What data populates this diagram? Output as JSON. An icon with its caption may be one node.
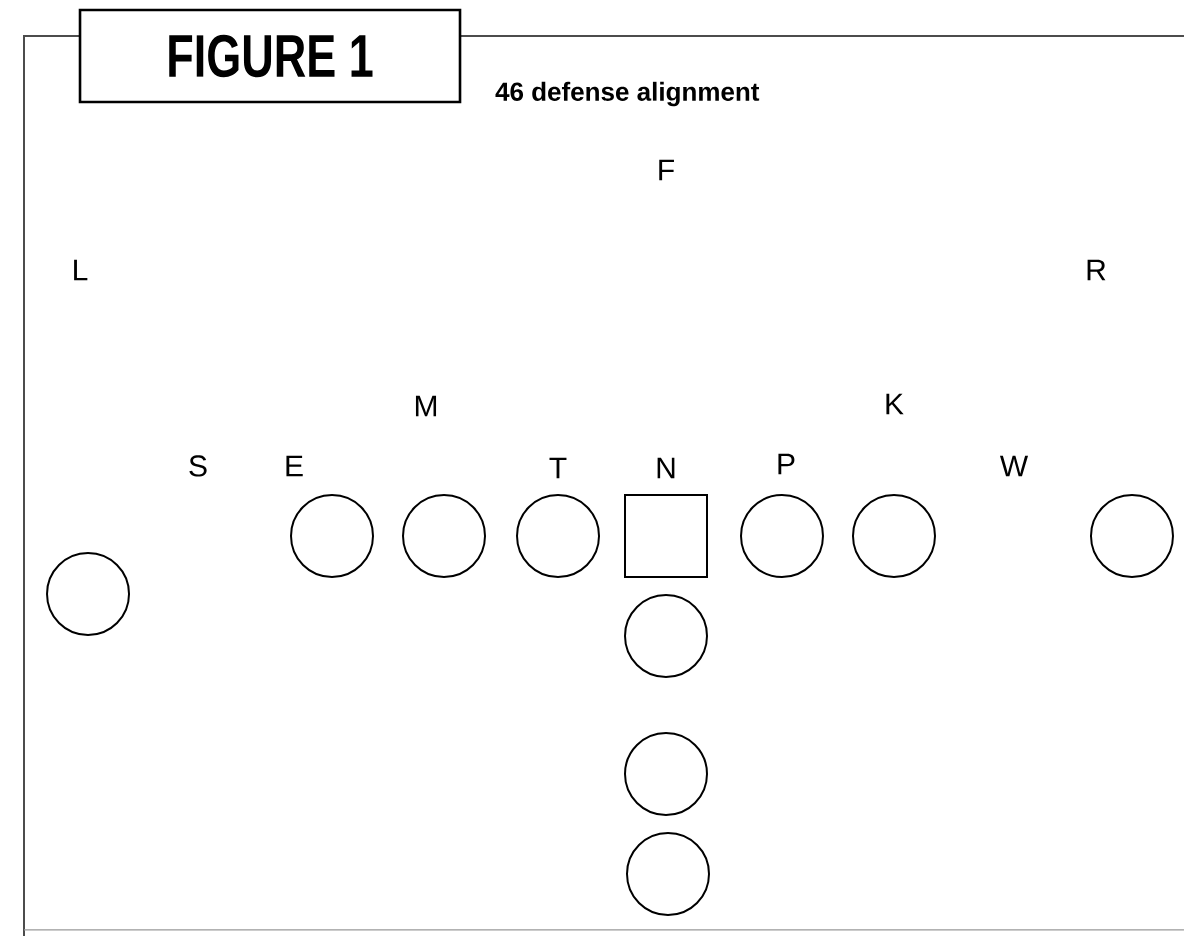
{
  "diagram": {
    "title": "46 defense alignment",
    "nodes": [
      {
        "text": [
          "FIGURE 1"
        ]
      },
      {
        "text": [],
        "shape": "circle"
      },
      {
        "text": [],
        "shape": "circle"
      },
      {
        "text": [],
        "shape": "circle"
      },
      {
        "text": [],
        "shape": "box"
      },
      {
        "text": [],
        "shape": "circle"
      },
      {
        "text": [],
        "shape": "circle"
      },
      {
        "text": [],
        "shape": "circle"
      },
      {
        "text": [],
        "shape": "circle"
      },
      {
        "text": [],
        "shape": "circle"
      },
      {
        "text": [],
        "shape": "circle"
      },
      {
        "text": [],
        "shape": "circle"
      }
    ],
    "labels": [
      "F",
      "L",
      "R",
      "M",
      "K",
      "S",
      "E",
      "T",
      "N",
      "P",
      "W"
    ]
  }
}
